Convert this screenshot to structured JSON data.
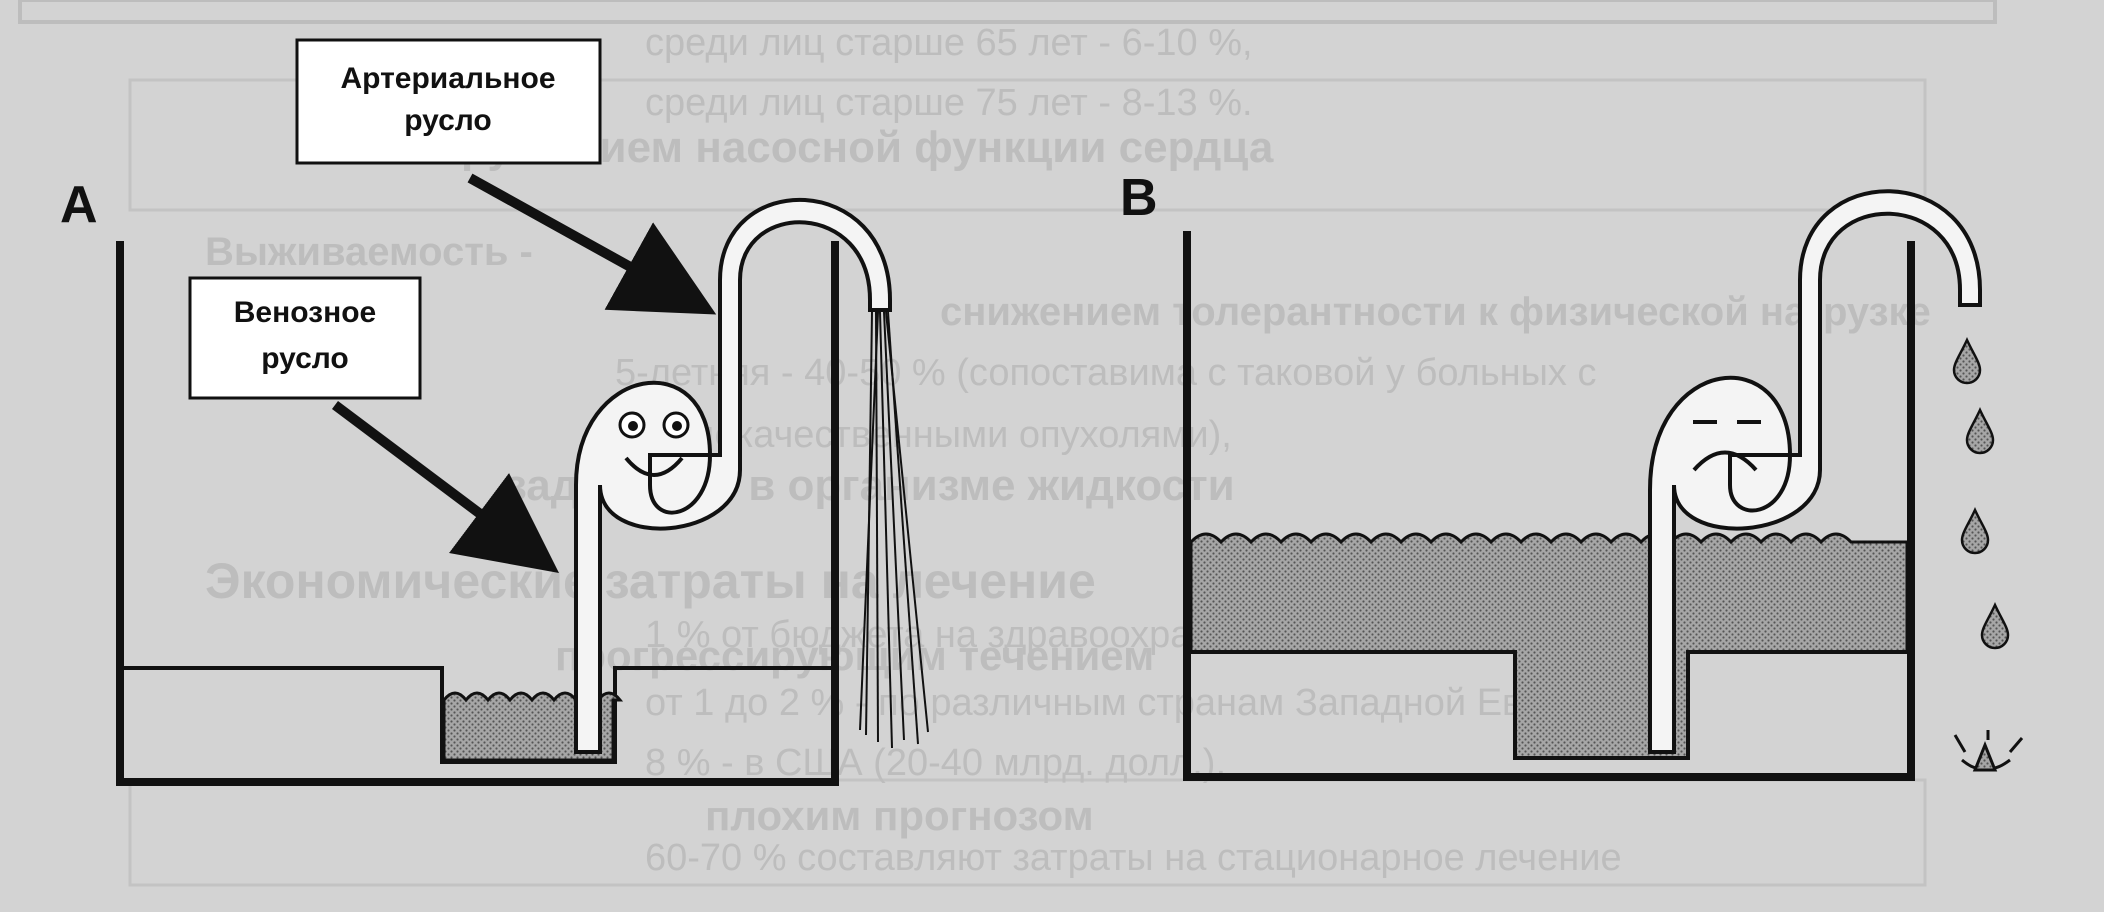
{
  "panels": {
    "a": {
      "letter": "A"
    },
    "b": {
      "letter": "B"
    }
  },
  "labels": {
    "arterial": {
      "line1": "Артериальное",
      "line2": "русло"
    },
    "venous": {
      "line1": "Венозное",
      "line2": "русло"
    }
  },
  "show_through": {
    "line1": "среди лиц старше 65 лет - 6-10 %,",
    "line2": "среди лиц старше 75 лет - 8-13 %.",
    "line3": "нарушением насосной функции сердца",
    "line4": "Выживаемость -",
    "line5": "снижением толерантности к физической нагрузке",
    "line6": "5-летняя - 40-50 % (сопоставима с таковой у больных с",
    "line7": "злокачественными опухолями),",
    "line8": "задержкой в организме жидкости",
    "line9": "Экономические затраты на лечение",
    "line10": "1 % от бюджета на здравоохранение",
    "line11": "прогрессирующим течением",
    "line12": "от 1 до 2 % - по различным странам Западной Европы,",
    "line13": "8 % - в США (20-40 млрд. долл.),",
    "line14": "плохим прогнозом",
    "line15": "60-70 % составляют затраты на стационарное лечение"
  },
  "colors": {
    "background": "#d3d3d3",
    "ink": "#111111",
    "liquid": "#8c8c8c"
  }
}
